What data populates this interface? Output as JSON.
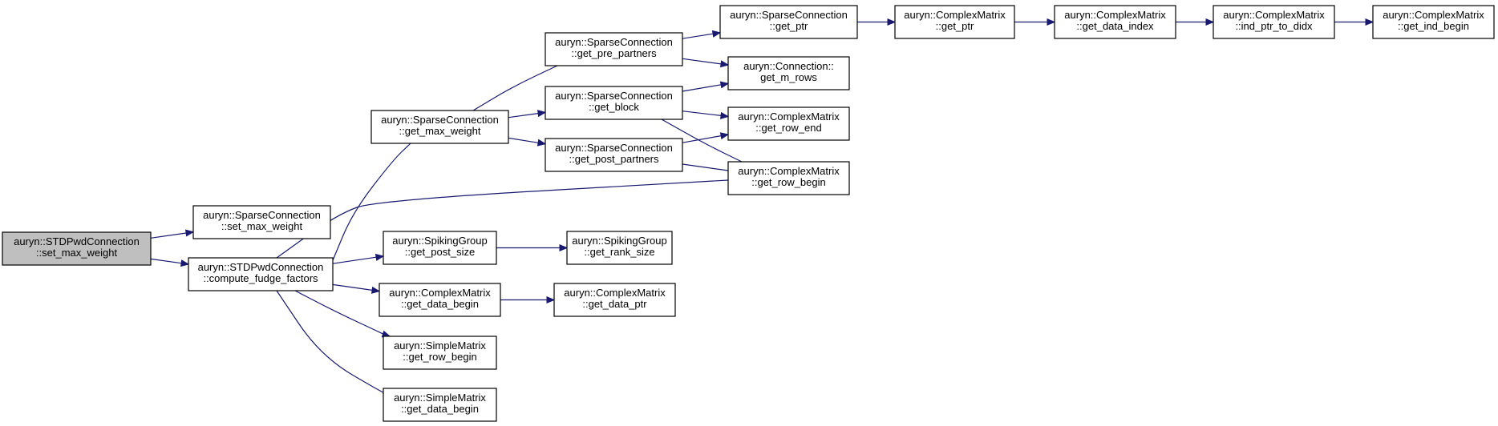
{
  "graph": {
    "root_fill": "#bfbfbf",
    "node_fill": "#ffffff",
    "edge_color": "#191970",
    "nodes": [
      {
        "id": "n0",
        "line1": "auryn::STDPwdConnection",
        "line2": "::set_max_weight",
        "root": true
      },
      {
        "id": "n1",
        "line1": "auryn::SparseConnection",
        "line2": "::set_max_weight"
      },
      {
        "id": "n2",
        "line1": "auryn::STDPwdConnection",
        "line2": "::compute_fudge_factors"
      },
      {
        "id": "n3",
        "line1": "auryn::SparseConnection",
        "line2": "::get_max_weight"
      },
      {
        "id": "n4",
        "line1": "auryn::SparseConnection",
        "line2": "::get_pre_partners"
      },
      {
        "id": "n5",
        "line1": "auryn::SparseConnection",
        "line2": "::get_block"
      },
      {
        "id": "n6",
        "line1": "auryn::SparseConnection",
        "line2": "::get_post_partners"
      },
      {
        "id": "n7",
        "line1": "auryn::SpikingGroup",
        "line2": "::get_post_size"
      },
      {
        "id": "n8",
        "line1": "auryn::ComplexMatrix",
        "line2": "::get_data_begin"
      },
      {
        "id": "n9",
        "line1": "auryn::SimpleMatrix",
        "line2": "::get_row_begin"
      },
      {
        "id": "n10",
        "line1": "auryn::SimpleMatrix",
        "line2": "::get_data_begin"
      },
      {
        "id": "n11",
        "line1": "auryn::SparseConnection",
        "line2": "::get_ptr"
      },
      {
        "id": "n12",
        "line1": "auryn::Connection::",
        "line2": "get_m_rows"
      },
      {
        "id": "n13",
        "line1": "auryn::ComplexMatrix",
        "line2": "::get_row_end"
      },
      {
        "id": "n14",
        "line1": "auryn::ComplexMatrix",
        "line2": "::get_row_begin"
      },
      {
        "id": "n15",
        "line1": "auryn::SpikingGroup",
        "line2": "::get_rank_size"
      },
      {
        "id": "n16",
        "line1": "auryn::ComplexMatrix",
        "line2": "::get_data_ptr"
      },
      {
        "id": "n17",
        "line1": "auryn::ComplexMatrix",
        "line2": "::get_ptr"
      },
      {
        "id": "n18",
        "line1": "auryn::ComplexMatrix",
        "line2": "::get_data_index"
      },
      {
        "id": "n19",
        "line1": "auryn::ComplexMatrix",
        "line2": "::ind_ptr_to_didx"
      },
      {
        "id": "n20",
        "line1": "auryn::ComplexMatrix",
        "line2": "::get_ind_begin"
      }
    ],
    "edges": [
      {
        "from": "n0",
        "to": "n1"
      },
      {
        "from": "n0",
        "to": "n2"
      },
      {
        "from": "n2",
        "to": "n3"
      },
      {
        "from": "n2",
        "to": "n14"
      },
      {
        "from": "n2",
        "to": "n7"
      },
      {
        "from": "n2",
        "to": "n8"
      },
      {
        "from": "n2",
        "to": "n9"
      },
      {
        "from": "n2",
        "to": "n10"
      },
      {
        "from": "n3",
        "to": "n4"
      },
      {
        "from": "n3",
        "to": "n5"
      },
      {
        "from": "n3",
        "to": "n6"
      },
      {
        "from": "n4",
        "to": "n11"
      },
      {
        "from": "n4",
        "to": "n12"
      },
      {
        "from": "n5",
        "to": "n12"
      },
      {
        "from": "n5",
        "to": "n13"
      },
      {
        "from": "n5",
        "to": "n14"
      },
      {
        "from": "n6",
        "to": "n13"
      },
      {
        "from": "n6",
        "to": "n14"
      },
      {
        "from": "n7",
        "to": "n15"
      },
      {
        "from": "n8",
        "to": "n16"
      },
      {
        "from": "n11",
        "to": "n17"
      },
      {
        "from": "n17",
        "to": "n18"
      },
      {
        "from": "n18",
        "to": "n19"
      },
      {
        "from": "n19",
        "to": "n20"
      }
    ]
  }
}
